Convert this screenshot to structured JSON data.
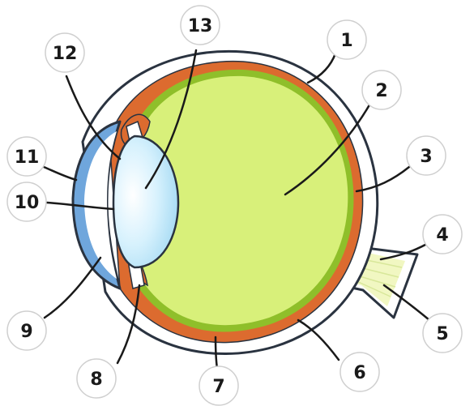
{
  "colors": {
    "vitreous": "#d8f07a",
    "retina_edge": "#8fbf2a",
    "choroid": "#dc6b2f",
    "sclera": "#ffffff",
    "cornea": "#6fa6dc",
    "lens": "#cfeefc",
    "optic_nerve": "#f1f7c2",
    "outline": "#2a3340"
  },
  "labels": {
    "l1": "1",
    "l2": "2",
    "l3": "3",
    "l4": "4",
    "l5": "5",
    "l6": "6",
    "l7": "7",
    "l8": "8",
    "l9": "9",
    "l10": "10",
    "l11": "11",
    "l12": "12",
    "l13": "13"
  }
}
